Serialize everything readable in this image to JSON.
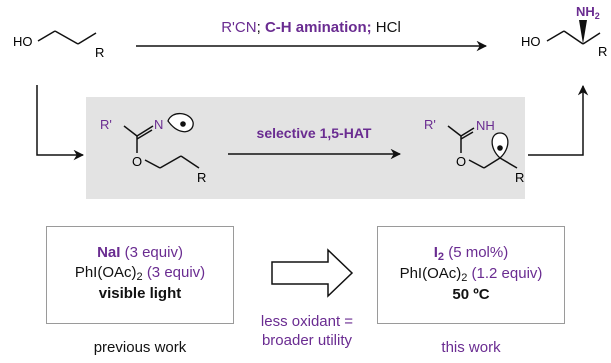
{
  "top_reaction": {
    "reagent1": "R'CN",
    "sep1": ";",
    "reagent2": "C-H amination",
    "sep2": ";",
    "reagent3": "HCl"
  },
  "molecules": {
    "start": {
      "ho": "HO",
      "r": "R"
    },
    "product": {
      "ho": "HO",
      "nh2": "NH",
      "nh2_sub": "2",
      "r": "R"
    },
    "imidate": {
      "rprime": "R'",
      "n": "N",
      "o": "O",
      "r": "R"
    },
    "radical": {
      "rprime": "R'",
      "nh": "NH",
      "o": "O",
      "r": "R"
    }
  },
  "mechanism_step": "selective 1,5-HAT",
  "previous_work": {
    "line1_reagent": "NaI",
    "line1_amount": "(3 equiv)",
    "line2_reagent": "PhI(OAc)",
    "line2_sub": "2",
    "line2_amount": "(3 equiv)",
    "line3": "visible light",
    "caption": "previous work"
  },
  "this_work": {
    "line1_reagent": "I",
    "line1_sub": "2",
    "line1_amount": "(5 mol%)",
    "line2_reagent": "PhI(OAc)",
    "line2_sub": "2",
    "line2_amount": "(1.2 equiv)",
    "line3": "50 ºC",
    "caption": "this work"
  },
  "comparison": {
    "line1": "less oxidant =",
    "line2": "broader utility"
  },
  "colors": {
    "accent_purple": "#6a2c91",
    "panel_gray": "#e3e3e3",
    "border_gray": "#9a9a9a",
    "text": "#111111"
  }
}
